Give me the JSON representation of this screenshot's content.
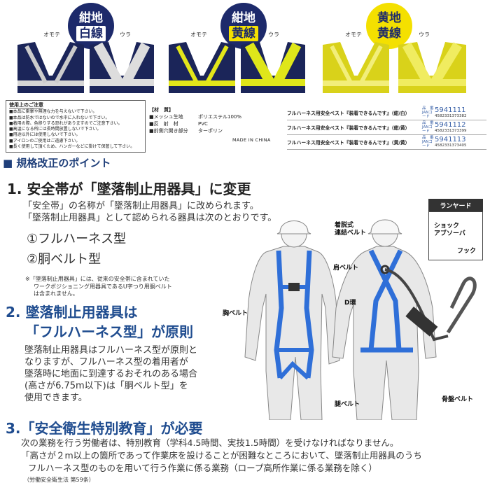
{
  "products": [
    {
      "badge_line1": "紺地",
      "badge_line2": "白線",
      "front": "オモテ",
      "back": "ウラ",
      "badge_bg": "#1d2a6b",
      "line2_bg": "#ffffff",
      "line2_color": "#1d2a6b"
    },
    {
      "badge_line1": "紺地",
      "badge_line2": "黄線",
      "front": "オモテ",
      "back": "ウラ",
      "badge_bg": "#1d2a6b",
      "line2_bg": "#f4e000",
      "line2_color": "#1d2a6b"
    },
    {
      "badge_line1": "黄地",
      "badge_line2": "黄線",
      "front": "オモテ",
      "back": "ウラ",
      "badge_bg": "#f4e000",
      "line2_bg": "#f4e000",
      "line2_color": "#1d2a6b"
    }
  ],
  "caution": {
    "title": "使用上のご注意",
    "items": [
      "■本品に衝撃や無理な力を与えないで下さい。",
      "■本品は防水ではないので水中に入れないで下さい。",
      "■着用の際、色移りする恐れがありますのでご注意下さい。",
      "■高温になる所には長時間放置しないで下さい。",
      "■用途以外には使用しないで下さい。",
      "■アイロンのご使用はご遠慮下さい。",
      "■長く使用して頂くため、ハンガーなどに掛けて保管して下さい。"
    ]
  },
  "material": {
    "title": "【材　質】",
    "rows": [
      {
        "part": "■メッシュ生地",
        "value": "ポリエステル100%"
      },
      {
        "part": "■反　射　材",
        "value": "PVC"
      },
      {
        "part": "■前側穴開き部分",
        "value": "ターポリン"
      }
    ]
  },
  "made_in": "MADE IN CHINA",
  "product_list": [
    {
      "name": "フルハーネス用安全ベスト『装着できるんです』（紺/白）",
      "label": "品　番",
      "jan_label": "JANコード",
      "code": "5941111",
      "jan": "4582331373382"
    },
    {
      "name": "フルハーネス用安全ベスト『装着できるんです』（紺/黄）",
      "label": "品　番",
      "jan_label": "JANコード",
      "code": "5941112",
      "jan": "4582331373399"
    },
    {
      "name": "フルハーネス用安全ベスト『装着できるんです』（黄/黄）",
      "label": "品　番",
      "jan_label": "JANコード",
      "code": "5941113",
      "jan": "4582331373405"
    }
  ],
  "section_title": "■ 規格改正のポイント",
  "point1": {
    "heading": "1. 安全帯が「墜落制止用器具」に変更",
    "line1": "「安全帯」の名称が「墜落制止用器具」に改められます。",
    "line2": "「墜落制止用器具」として認められる器具は次のとおりです。",
    "item1": "①フルハーネス型",
    "item2": "②胴ベルト型",
    "note1": "※「墜落制止用器具」には、従来の安全帯に含まれていた",
    "note2": "ワークポジショニング用器具であるU字つり用胴ベルト",
    "note3": "は含まれません。"
  },
  "point2": {
    "heading1": "2. 墜落制止用器具は",
    "heading2": "「フルハーネス型」が原則",
    "lines": [
      "墜落制止用器具はフルハーネス型が原則と",
      "なりますが、フルハーネス型の着用者が",
      "墜落時に地面に到達するおそれのある場合",
      "(高さが6.75m以下)は「胴ベルト型」を",
      "使用できます。"
    ]
  },
  "point3": {
    "heading": "3.「安全衛生特別教育」が必要",
    "line1": "次の業務を行う労働者は、特別教育（学科4.5時間、実技1.5時間）を受けなければなりません。",
    "line2": "「高さが２m以上の箇所であって作業床を設けることが困難なところにおいて、墜落制止用器具のうち",
    "line3": "フルハーネス型のものを用いて行う作業に係る業務（ロープ高所作業に係る業務を除く）",
    "law": "（労働安全衛生法 第59条）"
  },
  "diagram": {
    "detachable": "着脱式",
    "connect_belt": "連結ベルト",
    "shoulder_belt": "肩ベルト",
    "chest_belt": "胸ベルト",
    "d_ring": "D環",
    "leg_belt": "腿ベルト",
    "pelvis_belt": "骨盤ベルト",
    "lanyard": "ランヤード",
    "shock1": "ショック",
    "shock2": "アブソーバ",
    "hook": "フック"
  },
  "colors": {
    "navy": "#1d2a6b",
    "yellow": "#f4e000",
    "accent_blue": "#1f4c8f",
    "harness_blue": "#2f6fd8"
  }
}
